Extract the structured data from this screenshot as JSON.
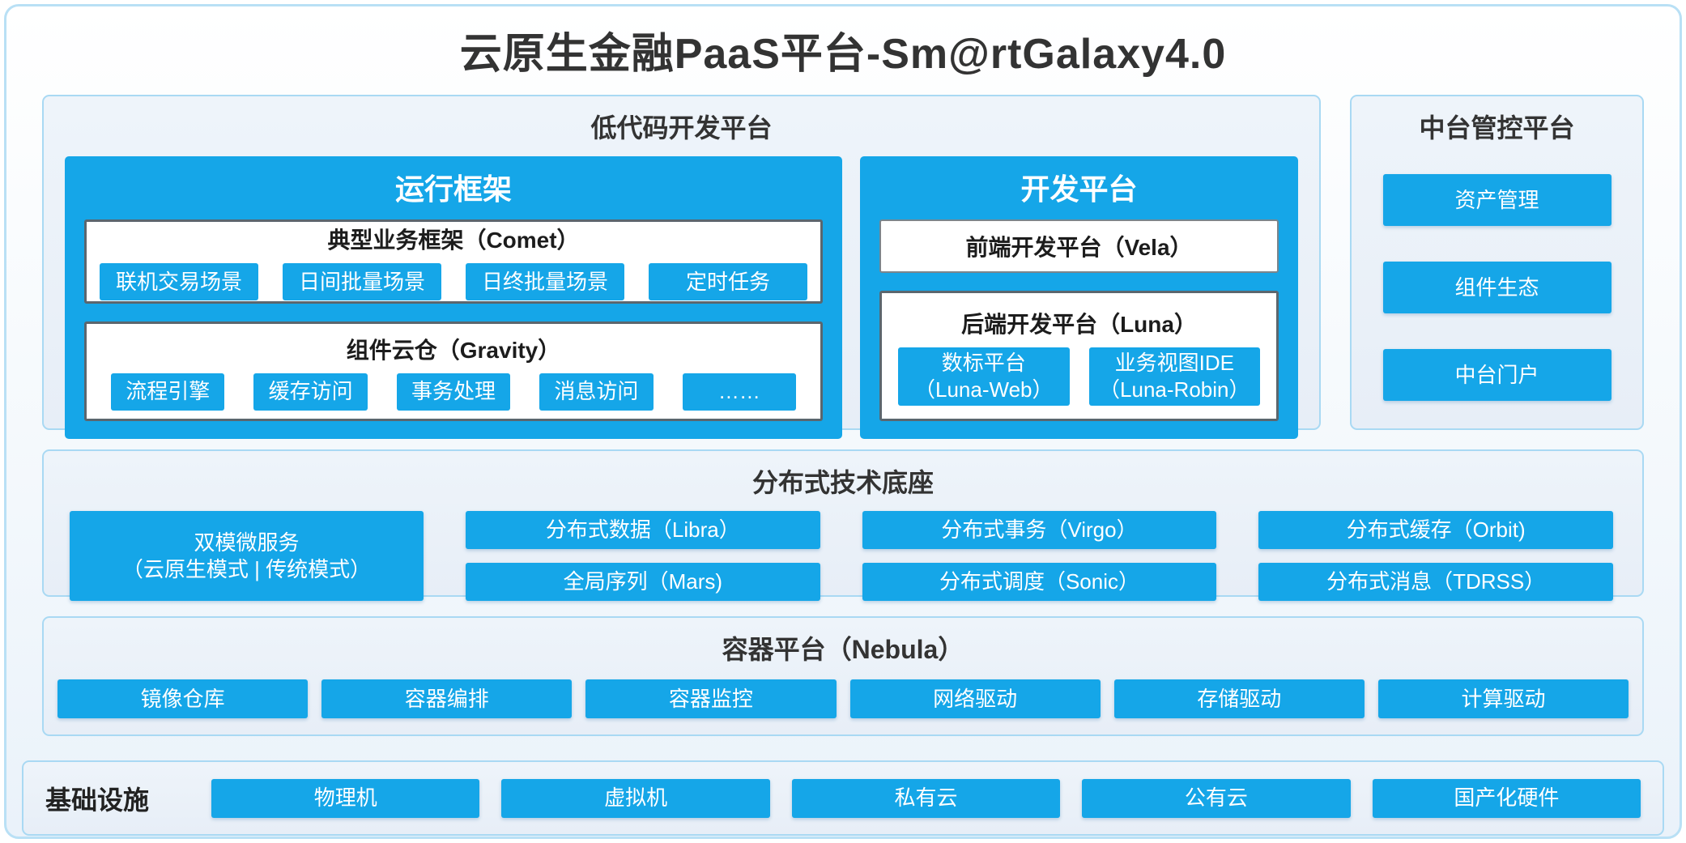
{
  "title": "云原生金融PaaS平台-Sm@rtGalaxy4.0",
  "colors": {
    "accent": "#15a6e8",
    "panel_bg": "#e9eff7",
    "dark_border": "#5b666e",
    "light_border": "#a9d9f3"
  },
  "low_code": {
    "title": "低代码开发平台",
    "runtime": {
      "title": "运行框架",
      "comet": {
        "title": "典型业务框架（Comet）",
        "items": [
          "联机交易场景",
          "日间批量场景",
          "日终批量场景",
          "定时任务"
        ]
      },
      "gravity": {
        "title": "组件云仓（Gravity）",
        "items": [
          "流程引擎",
          "缓存访问",
          "事务处理",
          "消息访问",
          "……"
        ]
      }
    },
    "dev": {
      "title": "开发平台",
      "vela": "前端开发平台（Vela）",
      "luna": {
        "title": "后端开发平台（Luna）",
        "items": [
          {
            "line1": "数标平台",
            "line2": "（Luna-Web）"
          },
          {
            "line1": "业务视图IDE",
            "line2": "（Luna-Robin）"
          }
        ]
      }
    }
  },
  "middle_platform": {
    "title": "中台管控平台",
    "items": [
      "资产管理",
      "组件生态",
      "中台门户"
    ]
  },
  "distributed": {
    "title": "分布式技术底座",
    "dual": {
      "line1": "双模微服务",
      "line2": "（云原生模式 | 传统模式）"
    },
    "row1": [
      "分布式数据（Libra）",
      "分布式事务（Virgo）",
      "分布式缓存（Orbit)"
    ],
    "row2": [
      "全局序列（Mars)",
      "分布式调度（Sonic）",
      "分布式消息（TDRSS）"
    ]
  },
  "container": {
    "title": "容器平台（Nebula）",
    "items": [
      "镜像仓库",
      "容器编排",
      "容器监控",
      "网络驱动",
      "存储驱动",
      "计算驱动"
    ]
  },
  "infrastructure": {
    "title": "基础设施",
    "items": [
      "物理机",
      "虚拟机",
      "私有云",
      "公有云",
      "国产化硬件"
    ]
  }
}
